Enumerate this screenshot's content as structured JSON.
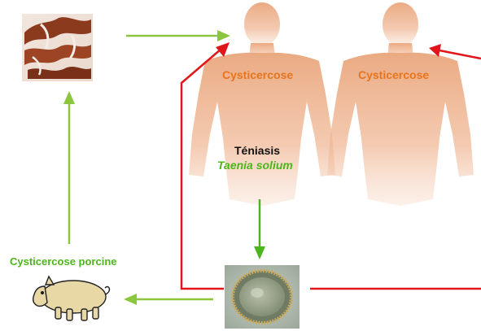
{
  "colors": {
    "cysticercose_text": "#e8741c",
    "green_label": "#4cb51c",
    "green_arrow": "#8cc63f",
    "red_arrow": "#e0161b",
    "body_skin": "#f0b28c"
  },
  "labels": {
    "cysticercose_1": "Cysticercose",
    "cysticercose_2": "Cysticercose",
    "teniasis": "Téniasis",
    "taenia_solium": "Taenia solium",
    "cysticercose_porcine": "Cysticercose porcine"
  },
  "nodes": [
    {
      "id": "infected-meat",
      "depicts": "infected pork meat"
    },
    {
      "id": "human-carrier",
      "depicts": "human body"
    },
    {
      "id": "human-second",
      "depicts": "human body"
    },
    {
      "id": "egg",
      "depicts": "Taenia egg under microscope"
    },
    {
      "id": "pig",
      "depicts": "pig"
    }
  ],
  "edges": [
    {
      "from": "infected-meat",
      "to": "human-carrier",
      "color": "green"
    },
    {
      "from": "human-carrier",
      "to": "egg",
      "color": "green"
    },
    {
      "from": "egg",
      "to": "pig",
      "color": "green"
    },
    {
      "from": "pig",
      "to": "infected-meat",
      "color": "green"
    },
    {
      "from": "egg",
      "to": "human-carrier",
      "color": "red"
    },
    {
      "from": "egg",
      "to": "human-second",
      "color": "red"
    }
  ]
}
